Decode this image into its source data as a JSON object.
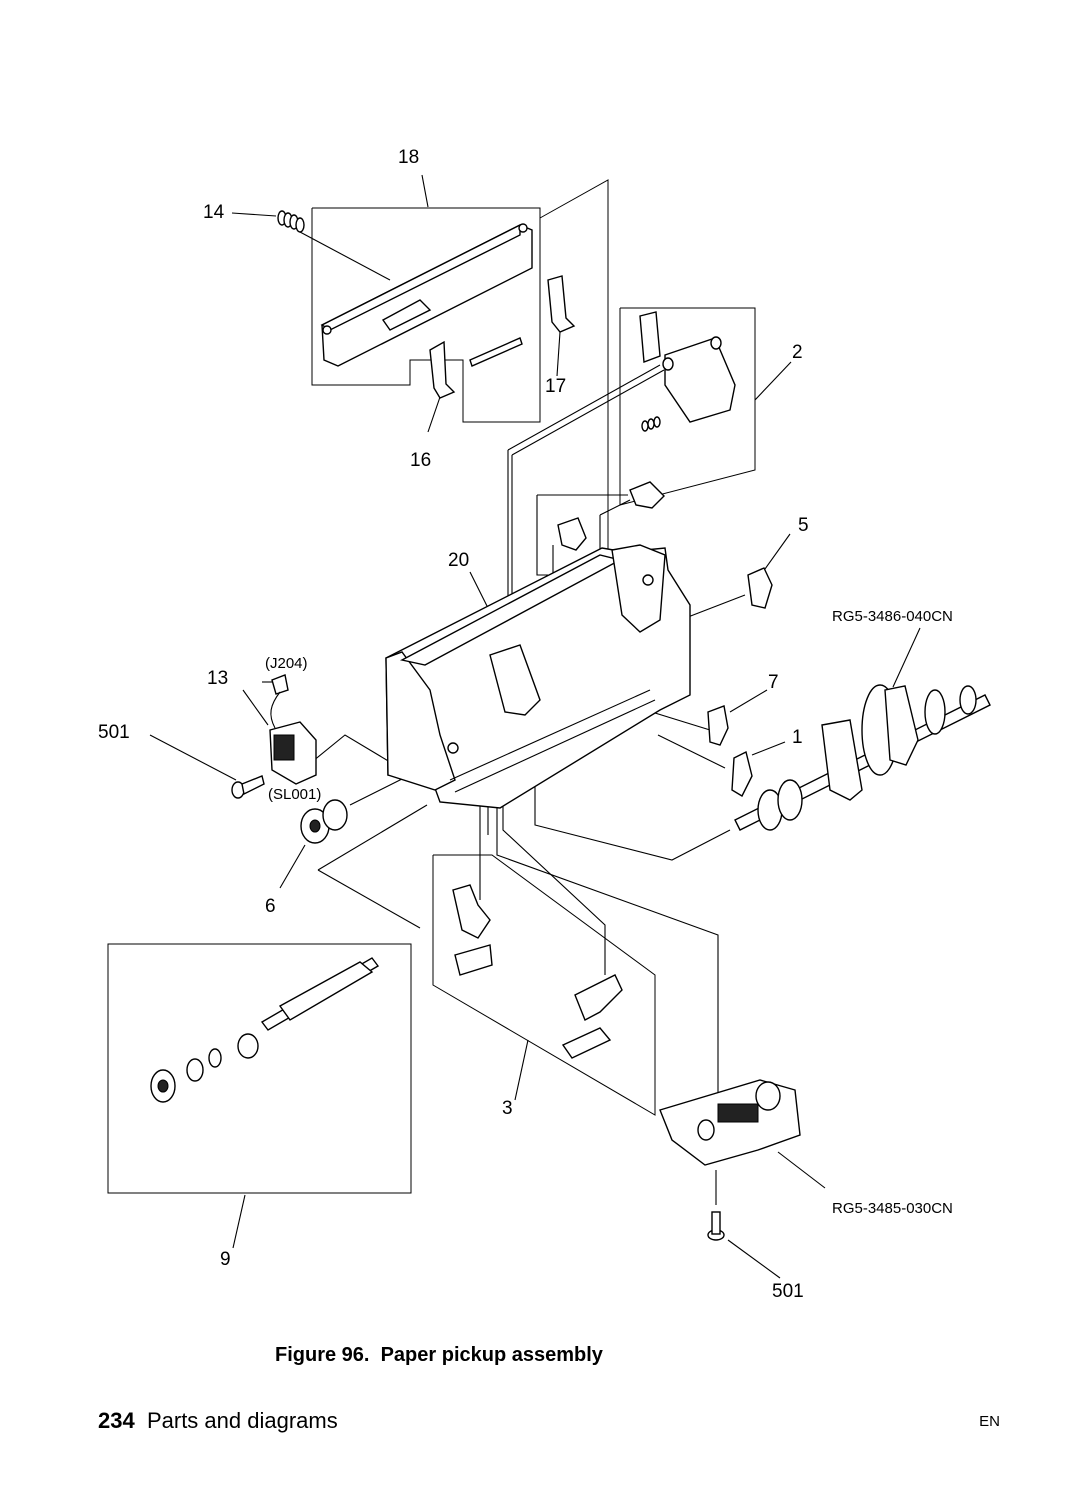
{
  "figure": {
    "caption": "Figure 96.  Paper pickup assembly",
    "callouts": {
      "c18": "18",
      "c14": "14",
      "c2": "2",
      "c17": "17",
      "c16": "16",
      "c5": "5",
      "c20": "20",
      "c13": "13",
      "c7": "7",
      "c501a": "501",
      "c1": "1",
      "c6": "6",
      "c3": "3",
      "c9": "9",
      "c501b": "501"
    },
    "labels": {
      "j204": "(J204)",
      "sl001": "(SL001)",
      "rg_upper": "RG5-3486-040CN",
      "rg_lower": "RG5-3485-030CN"
    }
  },
  "footer": {
    "page_number": "234",
    "section": "Parts and diagrams",
    "language": "EN"
  }
}
